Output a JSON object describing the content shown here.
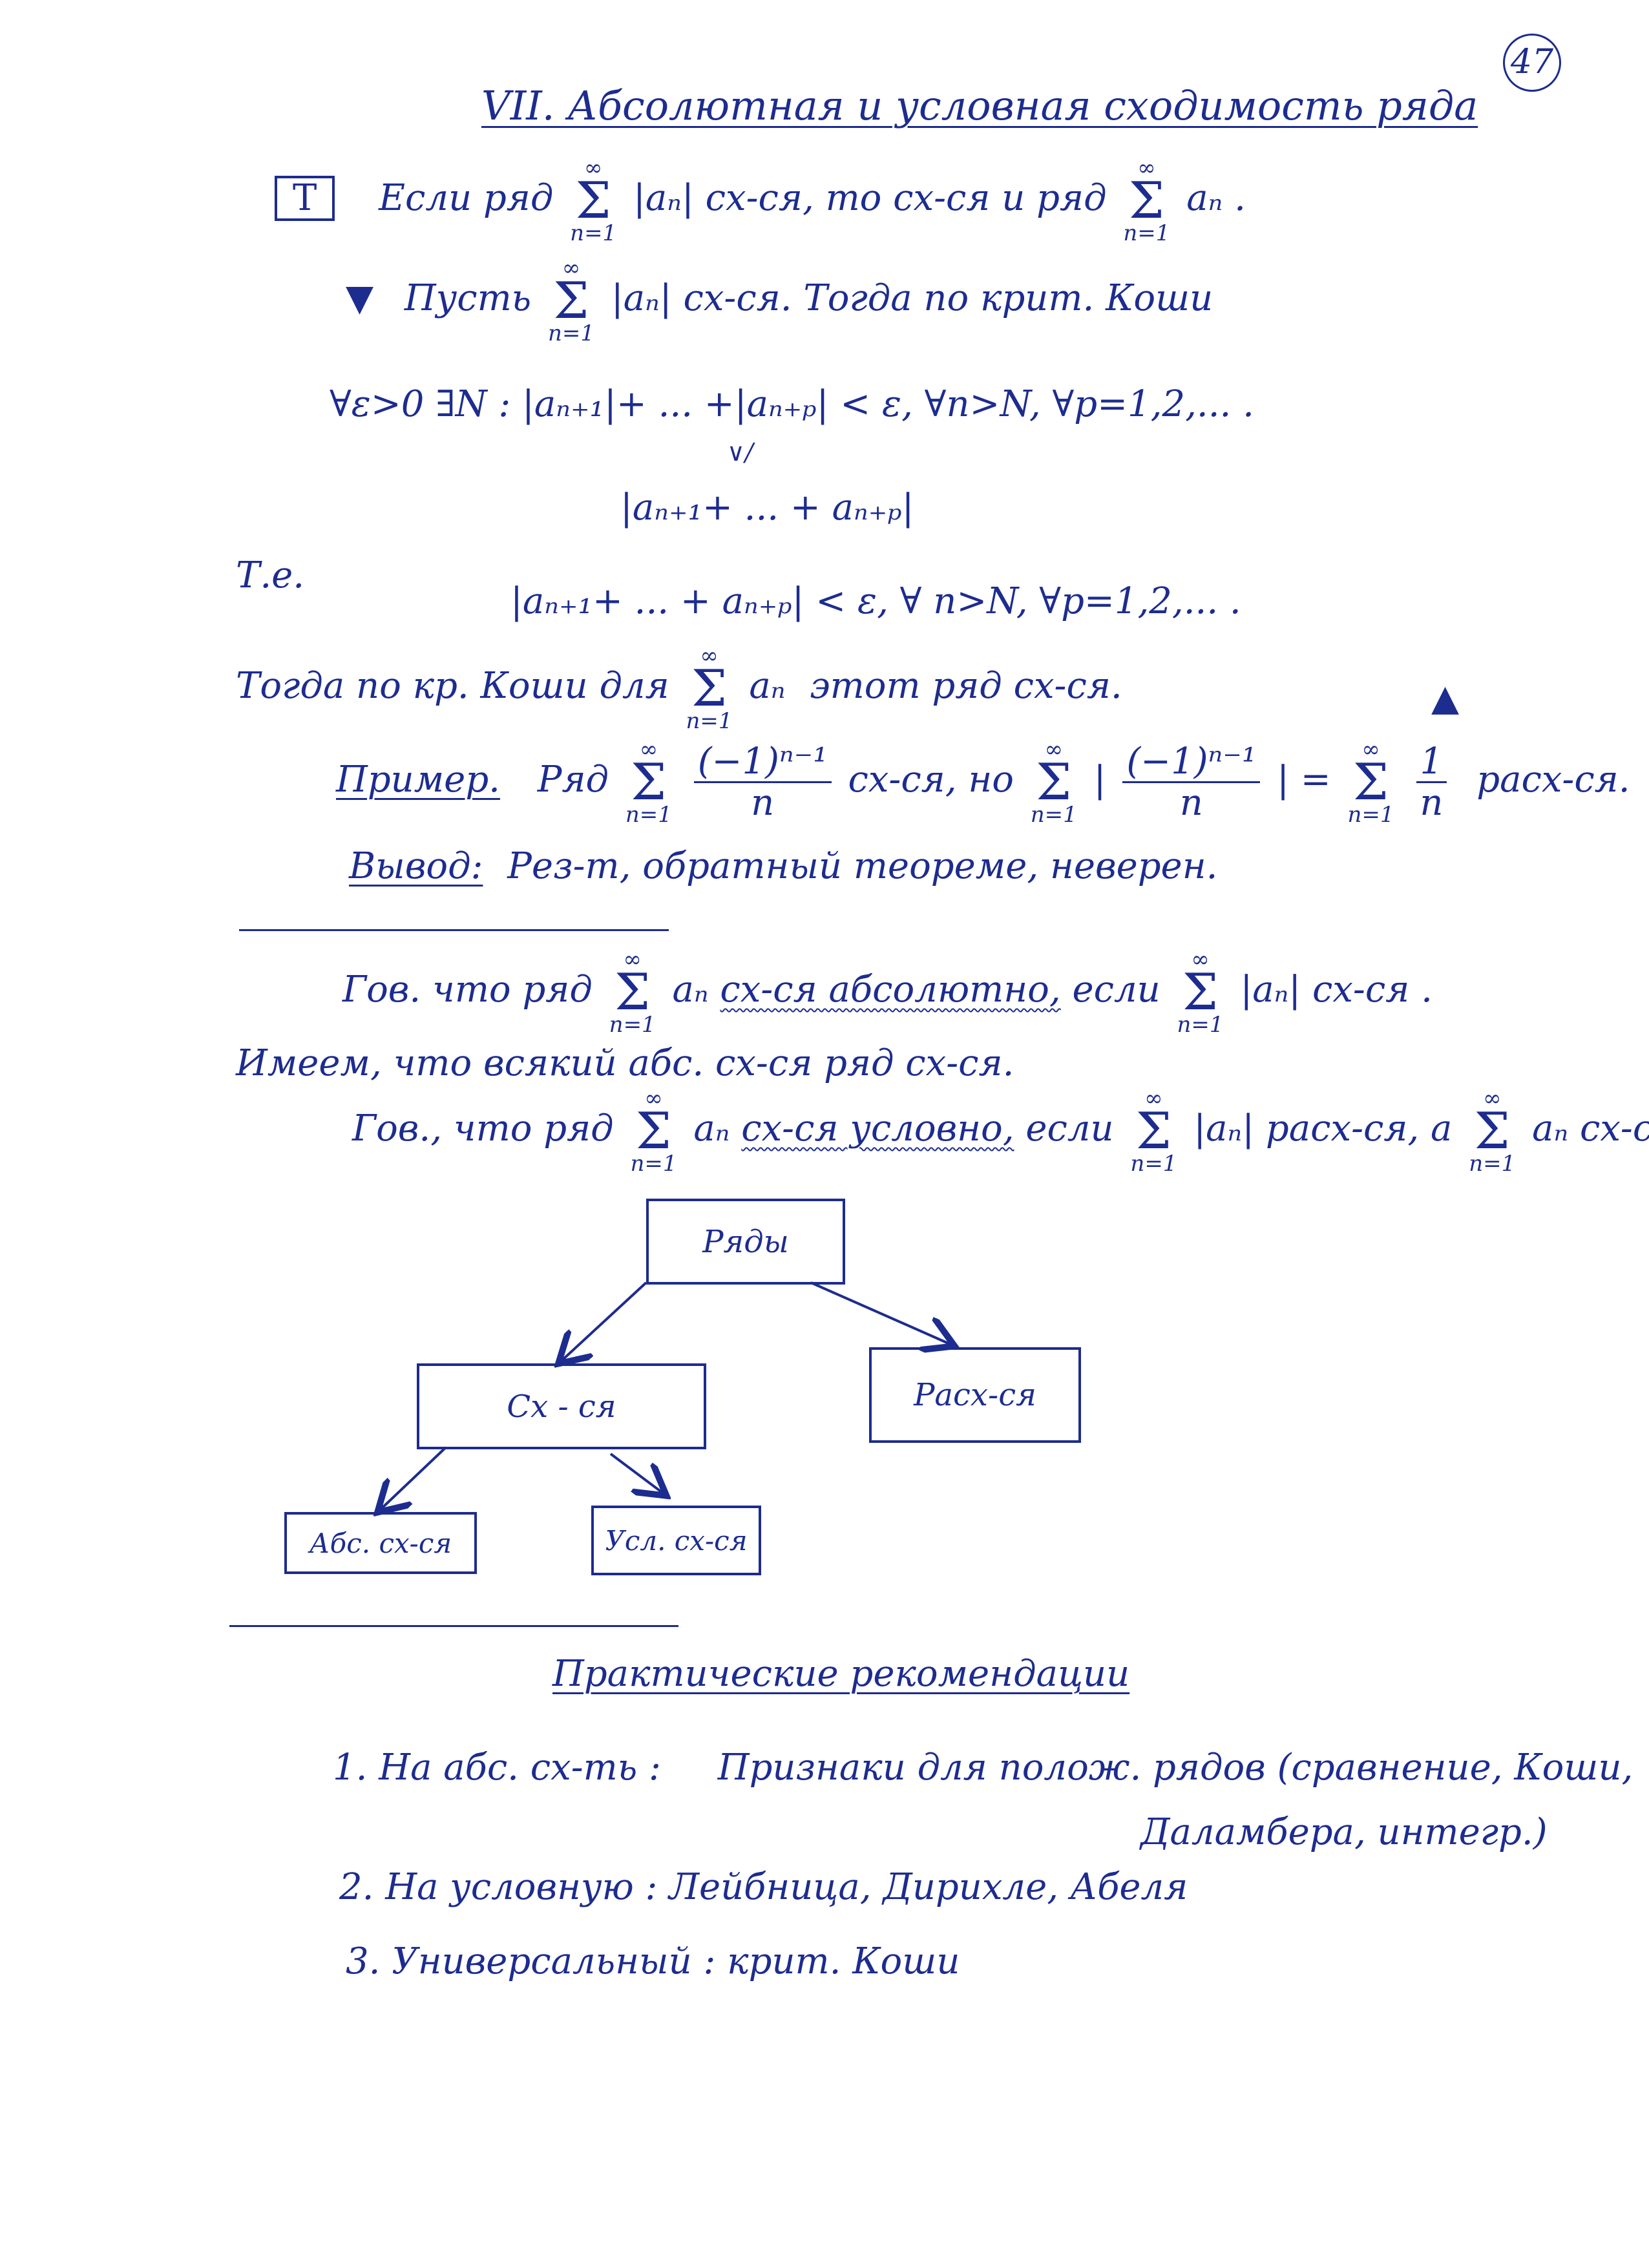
{
  "page_number": "47",
  "title": "VII. Абсолютная и условная сходимость ряда",
  "theorem": {
    "tag": "T",
    "text_a": "Если ряд",
    "term": "|aₙ|",
    "text_b": "сх-ся, то сх-ся и ряд",
    "term2": "aₙ .",
    "sum_top": "∞",
    "sum_bottom": "n=1"
  },
  "proof": {
    "start_marker": "▼",
    "line1_a": "Пусть",
    "line1_term": "|aₙ|",
    "line1_b": "сх-ся. Тогда по крит. Коши",
    "line2": "∀ε>0 ∃N :   |aₙ₊₁|+ ... +|aₙ₊ₚ| < ε,  ∀n>N, ∀p=1,2,... .",
    "line2_ge": "∨/",
    "line3": "|aₙ₊₁+ ... + aₙ₊ₚ|",
    "te": "Т.е.",
    "line4": "|aₙ₊₁+ ... + aₙ₊ₚ| < ε,  ∀ n>N,  ∀p=1,2,... .",
    "line5_a": "Тогда по кр. Коши для",
    "line5_term": "aₙ",
    "line5_b": "этот ряд сх-ся.",
    "end_marker": "▲"
  },
  "example": {
    "label": "Пример.",
    "a": "Ряд",
    "num": "(−1)ⁿ⁻¹",
    "den": "n",
    "b": "сх-ся, но",
    "c": "|",
    "d": "| =",
    "e_num": "1",
    "e_den": "n",
    "f": "расх-ся."
  },
  "conclusion": {
    "label": "Вывод:",
    "text": "Рез-т, обратный теореме, неверен."
  },
  "definitions": {
    "abs_a": "Гов. что ряд",
    "abs_term": "aₙ",
    "abs_hl": "сх-ся абсолютно,",
    "abs_b": "если",
    "abs_term2": "|aₙ| сх-ся .",
    "every_abs": "Имеем, что всякий абс. сх-ся ряд сх-ся.",
    "cond_a": "Гов., что ряд",
    "cond_term": "aₙ",
    "cond_hl": "сх-ся условно,",
    "cond_b": "если",
    "cond_term2": "|aₙ| расх-ся, а",
    "cond_term3": "aₙ",
    "cond_c": "сх-ся"
  },
  "diagram": {
    "root": "Ряды",
    "conv": "Сх - ся",
    "div": "Расх-ся",
    "abs": "Абс. сх-ся",
    "cond": "Усл. сх-ся"
  },
  "practical": {
    "title": "Практические рекомендации",
    "item1_a": "1.  На абс. сх-ть :",
    "item1_b": "Признаки для полож. рядов  (сравнение, Коши,",
    "item1_c": "Даламбера, интегр.)",
    "item2": "2.  На условную :  Лейбница, Дирихле, Абеля",
    "item3": "3.  Универсальный :  крит. Коши"
  }
}
